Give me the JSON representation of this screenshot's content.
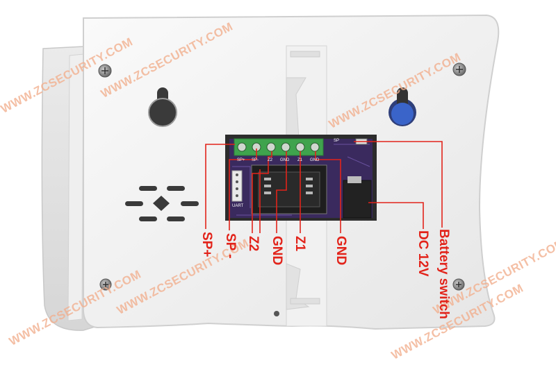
{
  "watermark": "WWW.ZCSECURITY.COM",
  "labels": {
    "sp_plus": "SP+",
    "sp_minus": "SP -",
    "z2": "Z2",
    "gnd_left": "GND",
    "z1": "Z1",
    "gnd_right": "GND",
    "dc12v": "DC 12V",
    "battery_switch": "Battery switch"
  },
  "board": {
    "terminal_marks": [
      "SP+",
      "SP-",
      "Z2",
      "GND",
      "Z1",
      "GND"
    ],
    "uart": "UART",
    "sp": "SP"
  },
  "colors": {
    "label_red": "#e2231a",
    "watermark": "#f2b08f",
    "pcb": "#3a2a5e",
    "terminal_green": "#3fa34d",
    "case": "#f4f4f4"
  }
}
